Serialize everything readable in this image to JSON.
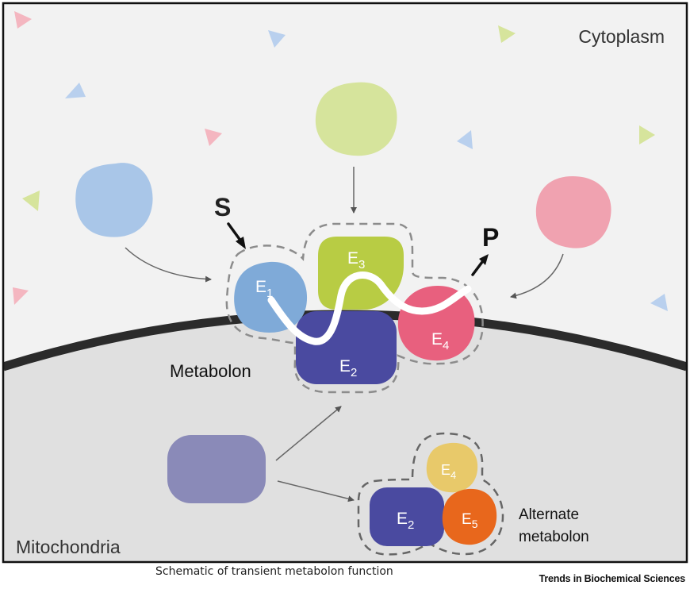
{
  "compartments": {
    "cytoplasm_label": "Cytoplasm",
    "mitochondria_label": "Mitochondria"
  },
  "substrate_label": "S",
  "product_label": "P",
  "metabolon": {
    "label": "Metabolon",
    "enzymes": [
      {
        "base": "E",
        "sub": "1"
      },
      {
        "base": "E",
        "sub": "2"
      },
      {
        "base": "E",
        "sub": "3"
      },
      {
        "base": "E",
        "sub": "4"
      }
    ]
  },
  "alternate_metabolon": {
    "label_line1": "Alternate",
    "label_line2": "metabolon",
    "enzymes": [
      {
        "base": "E",
        "sub": "2"
      },
      {
        "base": "E",
        "sub": "4"
      },
      {
        "base": "E",
        "sub": "5"
      }
    ]
  },
  "caption": "Schematic of transient metabolon function",
  "publisher": "Trends in Biochemical Sciences",
  "colors": {
    "cytoplasm_bg": "#f2f2f2",
    "mitochondria_bg": "#e0e0e0",
    "membrane": "#2b2b2b",
    "e1": "#7faad8",
    "e1_free": "#a9c6e8",
    "e2": "#4a4aa0",
    "e2_free": "#8a8ab8",
    "e3": "#b8cc44",
    "e3_free": "#d6e49c",
    "e4": "#e8607e",
    "e4_free": "#f0a2b0",
    "e4_alt": "#e8c96a",
    "e5": "#e8671c"
  }
}
